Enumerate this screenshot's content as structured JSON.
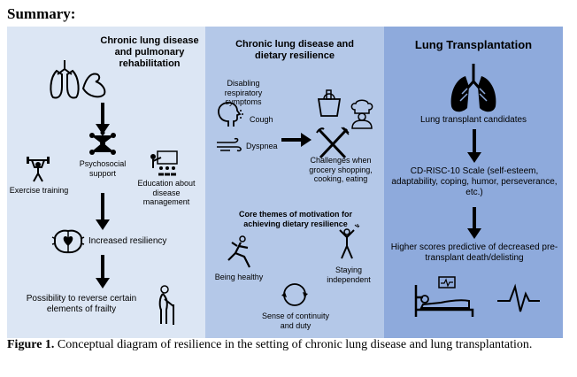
{
  "heading": "Summary:",
  "panels": {
    "rehab": {
      "title": "Chronic lung disease and pulmonary rehabilitation",
      "psychosocial": "Psychosocial support",
      "exercise": "Exercise training",
      "education": "Education about disease management",
      "resiliency": "Increased resiliency",
      "frailty": "Possibility to reverse certain elements of frailty"
    },
    "diet": {
      "title": "Chronic lung disease and dietary resilience",
      "disabling": "Disabling respiratory symptoms",
      "cough": "Cough",
      "dyspnea": "Dyspnea",
      "challenges": "Challenges when grocery shopping, cooking, eating",
      "themes_title": "Core themes of motivation for achieving dietary resilience",
      "healthy": "Being healthy",
      "independent": "Staying independent",
      "continuity": "Sense of continuity and duty"
    },
    "transplant": {
      "title": "Lung Transplantation",
      "candidates": "Lung transplant candidates",
      "scale": "CD-RISC-10 Scale (self-esteem, adaptability, coping, humor, perseverance, etc.)",
      "scores": "Higher scores predictive of decreased pre-transplant death/delisting"
    }
  },
  "caption": {
    "label": "Figure 1.",
    "text": " Conceptual diagram of resilience in the setting of chronic lung disease and lung transplantation."
  },
  "colors": {
    "panel1": "#dce6f4",
    "panel2": "#b4c8e8",
    "panel3": "#8eaadc"
  },
  "icons": [
    "lungs-muscle-icon",
    "people-network-icon",
    "weightlifter-icon",
    "teacher-icon",
    "brain-heart-icon",
    "elderly-cane-icon",
    "head-cough-icon",
    "wind-icon",
    "grocery-bag-icon",
    "chef-icon",
    "fork-knife-icon",
    "yoga-icon",
    "celebrate-person-icon",
    "cycle-arrows-icon",
    "lungs-icon",
    "hospital-bed-icon",
    "heartbeat-icon"
  ]
}
